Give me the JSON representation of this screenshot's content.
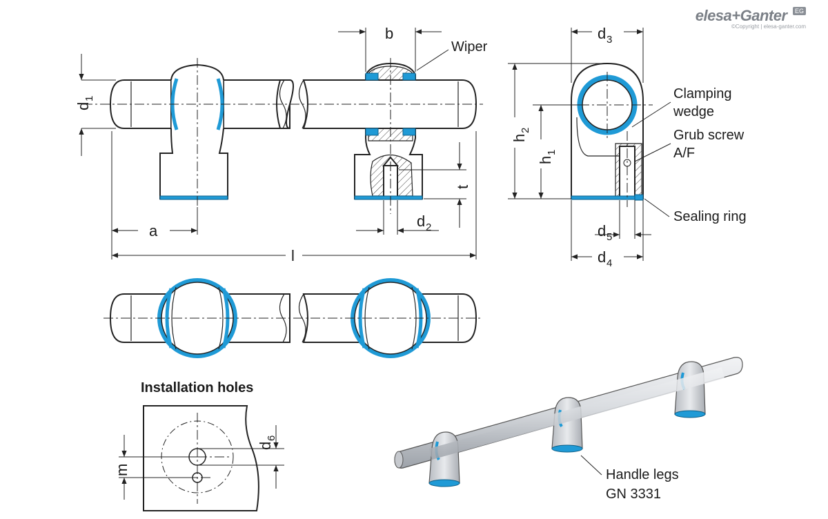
{
  "brand": {
    "logo_text": "elesa+Ganter",
    "badge": "EG",
    "copyright": "©Copyright | elesa-ganter.com"
  },
  "dimensions": {
    "b": "b",
    "d1": "d",
    "d1_sub": "1",
    "d2": "d",
    "d2_sub": "2",
    "d3": "d",
    "d3_sub": "3",
    "d4": "d",
    "d4_sub": "4",
    "d5": "d",
    "d5_sub": "5",
    "d6": "d",
    "d6_sub": "6",
    "h1": "h",
    "h1_sub": "1",
    "h2": "h",
    "h2_sub": "2",
    "a": "a",
    "l": "l",
    "t": "t",
    "m": "m"
  },
  "annotations": {
    "wiper": "Wiper",
    "clamping_1": "Clamping",
    "clamping_2": "wedge",
    "grub_1": "Grub screw",
    "grub_2": "A/F",
    "sealing": "Sealing ring",
    "handle_1": "Handle legs",
    "handle_2": "GN 3331"
  },
  "sections": {
    "installation_holes": "Installation holes"
  },
  "colors": {
    "seal_blue": "#1f9ad6",
    "line": "#222222",
    "logo_grey": "#7a7f86"
  }
}
